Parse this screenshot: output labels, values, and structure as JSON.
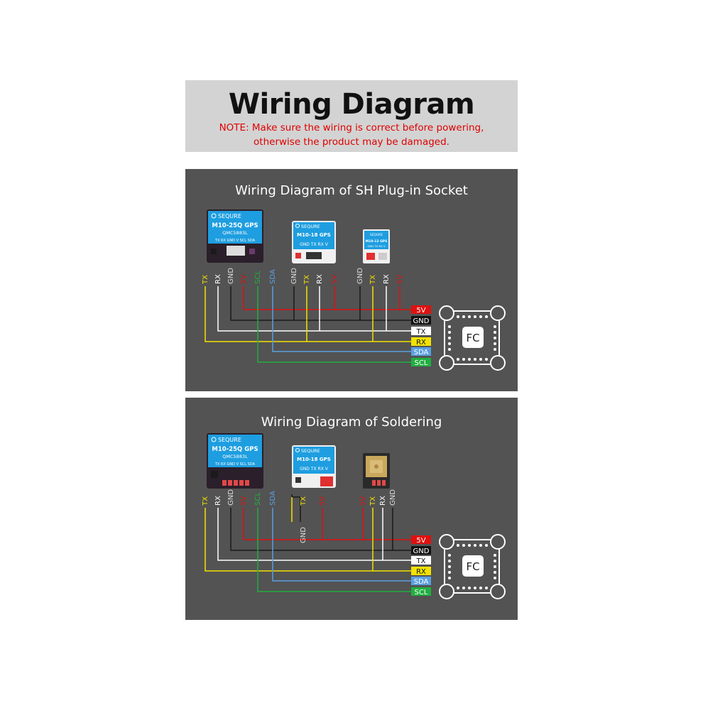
{
  "header": {
    "title": "Wiring Diagram",
    "note_line1": "NOTE: Make sure the wiring is correct before powering,",
    "note_line2": "otherwise the product may be damaged."
  },
  "colors": {
    "5V": "#e01010",
    "GND": "#1a1a1a",
    "TX": "#ffffff",
    "RX": "#f2e200",
    "SDA": "#5aa0e0",
    "SCL": "#20b040",
    "panel_bg": "#535353",
    "header_bg": "#d3d3d3"
  },
  "fc_pins": [
    "5V",
    "GND",
    "TX",
    "RX",
    "SDA",
    "SCL"
  ],
  "fc_label": "FC",
  "modules": {
    "m25q": {
      "brand": "SEQURE",
      "name": "M10-25Q GPS",
      "chip": "QMC5883L",
      "pins": "TX RX GND V SCL SDA"
    },
    "m18": {
      "brand": "SEQURE",
      "name": "M10-18 GPS",
      "pins": "GND TX RX V"
    },
    "m12": {
      "brand": "SEQURE",
      "name": "M10-12 GPS",
      "pins": "GND TX RX V"
    }
  },
  "panels": [
    {
      "title": "Wiring Diagram of SH Plug-in Socket",
      "wire_labels": [
        "TX",
        "RX",
        "GND",
        "5V",
        "SCL",
        "SDA",
        "GND",
        "TX",
        "RX",
        "5V",
        "GND",
        "TX",
        "RX",
        "5V"
      ]
    },
    {
      "title": "Wiring Diagram of Soldering",
      "wire_labels": [
        "TX",
        "RX",
        "GND",
        "5V",
        "SCL",
        "SDA",
        "GND",
        "TX",
        "5V",
        "5V",
        "TX",
        "RX",
        "GND"
      ]
    }
  ]
}
